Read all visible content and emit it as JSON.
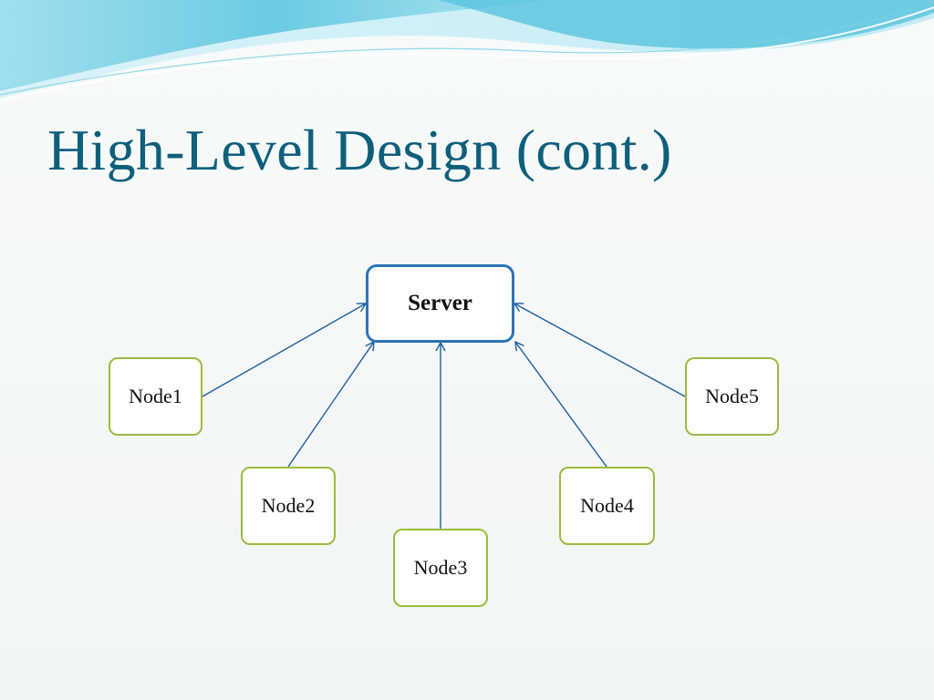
{
  "slide": {
    "title": "High-Level Design (cont.)"
  },
  "diagram": {
    "server_label": "Server",
    "nodes": [
      {
        "label": "Node1"
      },
      {
        "label": "Node2"
      },
      {
        "label": "Node3"
      },
      {
        "label": "Node4"
      },
      {
        "label": "Node5"
      }
    ]
  },
  "colors": {
    "title": "#0e5f7c",
    "server_border": "#2f73b6",
    "node_border": "#9bbb3f",
    "connector": "#1f5f9e",
    "wave_light": "#bfeaf3",
    "wave_mid": "#7fd3e6",
    "wave_deep": "#3cbad6"
  }
}
